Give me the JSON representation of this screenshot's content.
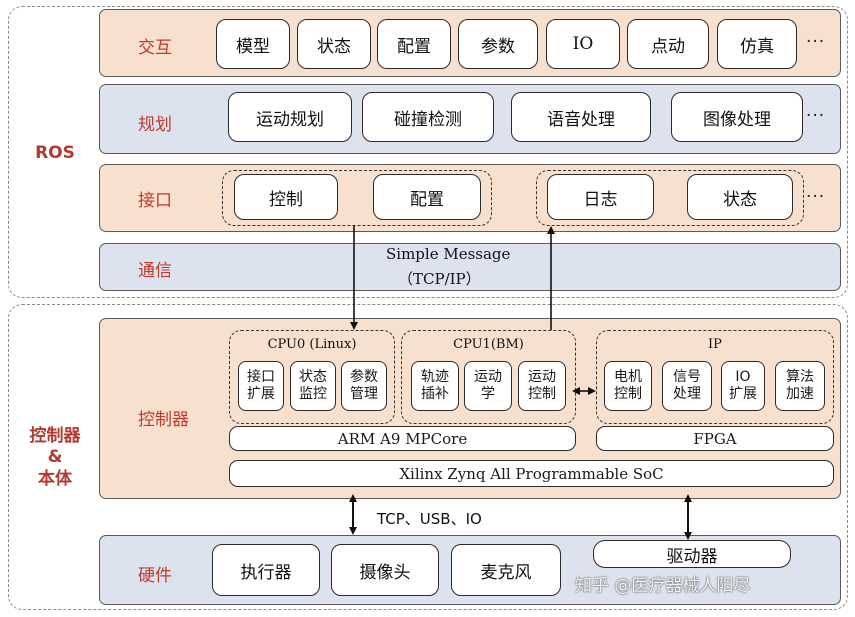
{
  "sections": {
    "ros_label": "ROS",
    "controller_label_line1": "控制器",
    "controller_label_line2": "&",
    "controller_label_line3": "本体"
  },
  "interaction": {
    "label": "交互",
    "items": [
      "模型",
      "状态",
      "配置",
      "参数",
      "IO",
      "点动",
      "仿真"
    ],
    "more": "···"
  },
  "planning": {
    "label": "规划",
    "items": [
      "运动规划",
      "碰撞检测",
      "语音处理",
      "图像处理"
    ],
    "more": "···"
  },
  "interface": {
    "label": "接口",
    "group1": [
      "控制",
      "配置"
    ],
    "group2": [
      "日志",
      "状态"
    ],
    "more": "···"
  },
  "communication": {
    "label": "通信",
    "line1": "Simple Message",
    "line2": "（TCP/IP）"
  },
  "controller": {
    "label": "控制器",
    "cpu0": {
      "title": "CPU0 (Linux)",
      "items": [
        [
          "接口",
          "扩展"
        ],
        [
          "状态",
          "监控"
        ],
        [
          "参数",
          "管理"
        ]
      ]
    },
    "cpu1": {
      "title": "CPU1(BM)",
      "items": [
        [
          "轨迹",
          "插补"
        ],
        [
          "运动",
          "学"
        ],
        [
          "运动",
          "控制"
        ]
      ]
    },
    "ip": {
      "title": "IP",
      "items": [
        [
          "电机",
          "控制"
        ],
        [
          "信号",
          "处理"
        ],
        [
          "IO",
          "扩展"
        ],
        [
          "算法",
          "加速"
        ]
      ]
    },
    "arm_label": "ARM A9 MPCore",
    "fpga_label": "FPGA",
    "soc_label": "Xilinx Zynq All Programmable SoC"
  },
  "link_label": "TCP、USB、IO",
  "hardware": {
    "label": "硬件",
    "items": [
      "执行器",
      "摄像头",
      "麦克风",
      "驱动器"
    ]
  },
  "watermark": "知乎 @医疗器械人阳尽"
}
